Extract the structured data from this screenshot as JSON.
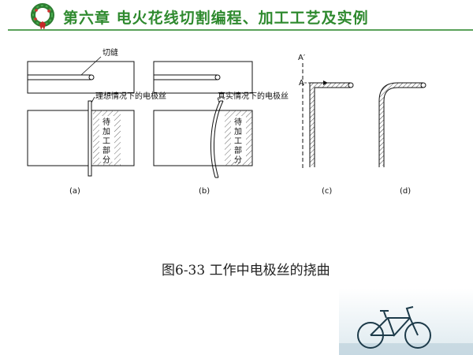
{
  "header": {
    "title": "第六章  电火花线切割编程、加工工艺及实例",
    "colors": {
      "title": "#2f8a2f",
      "rule": "#5aa25a"
    },
    "icons": {
      "wreath": "christmas-wreath-icon"
    }
  },
  "diagram": {
    "kerf_label": "切缝",
    "ideal_wire_label": "理想情况下的电极丝",
    "actual_wire_label": "真实情况下的电极丝",
    "unprocessed_label": [
      "待",
      "加",
      "工",
      "部",
      "分"
    ],
    "section_label": "A′",
    "arrow_label": "A",
    "panel_labels": [
      "(a)",
      "(b)",
      "(c)",
      "(d)"
    ]
  },
  "caption": "图6-33  工作中电极丝的挠曲",
  "decoration": {
    "icons": [
      "bicycle-icon"
    ]
  }
}
